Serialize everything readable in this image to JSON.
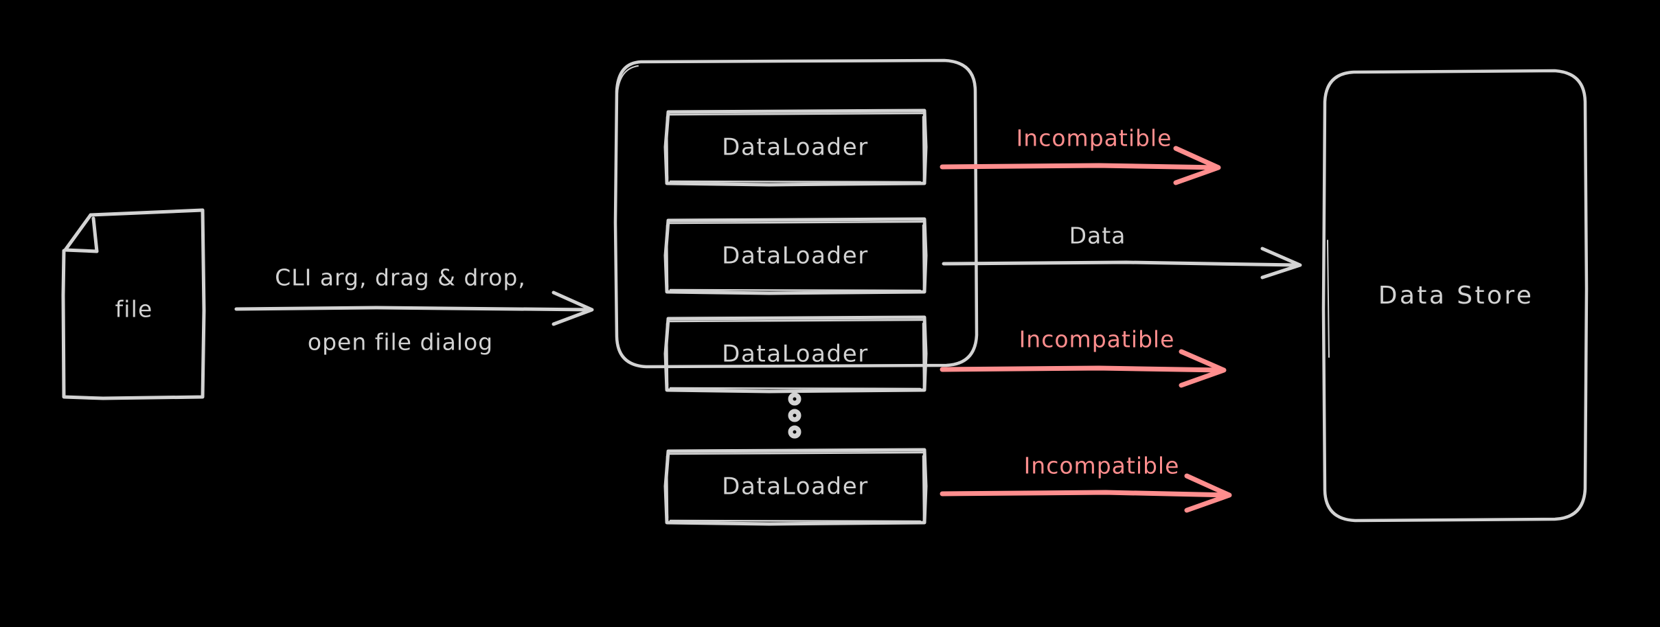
{
  "diagram": {
    "title": "DataLoader to Data Store flow",
    "background_color": "#000000",
    "stroke_color": "#d3d3d3",
    "accent_color": "#ff8e8e",
    "source": {
      "label": "file",
      "shape": "document-with-folded-corner"
    },
    "input_edge": {
      "line_1": "CLI arg, drag & drop,",
      "line_2": "open file dialog"
    },
    "loader_group": {
      "shape": "rounded-rectangle-container",
      "loaders": [
        {
          "label": "DataLoader"
        },
        {
          "label": "DataLoader"
        },
        {
          "label": "DataLoader"
        },
        {
          "label": "DataLoader"
        }
      ],
      "ellipsis": "vertical-dots"
    },
    "output_edges": [
      {
        "label": "Incompatible",
        "color": "#ff8e8e",
        "reaches_store": false
      },
      {
        "label": "Data",
        "color": "#d3d3d3",
        "reaches_store": true
      },
      {
        "label": "Incompatible",
        "color": "#ff8e8e",
        "reaches_store": false
      },
      {
        "label": "Incompatible",
        "color": "#ff8e8e",
        "reaches_store": false
      }
    ],
    "sink": {
      "label": "Data Store",
      "shape": "rounded-rectangle"
    }
  }
}
